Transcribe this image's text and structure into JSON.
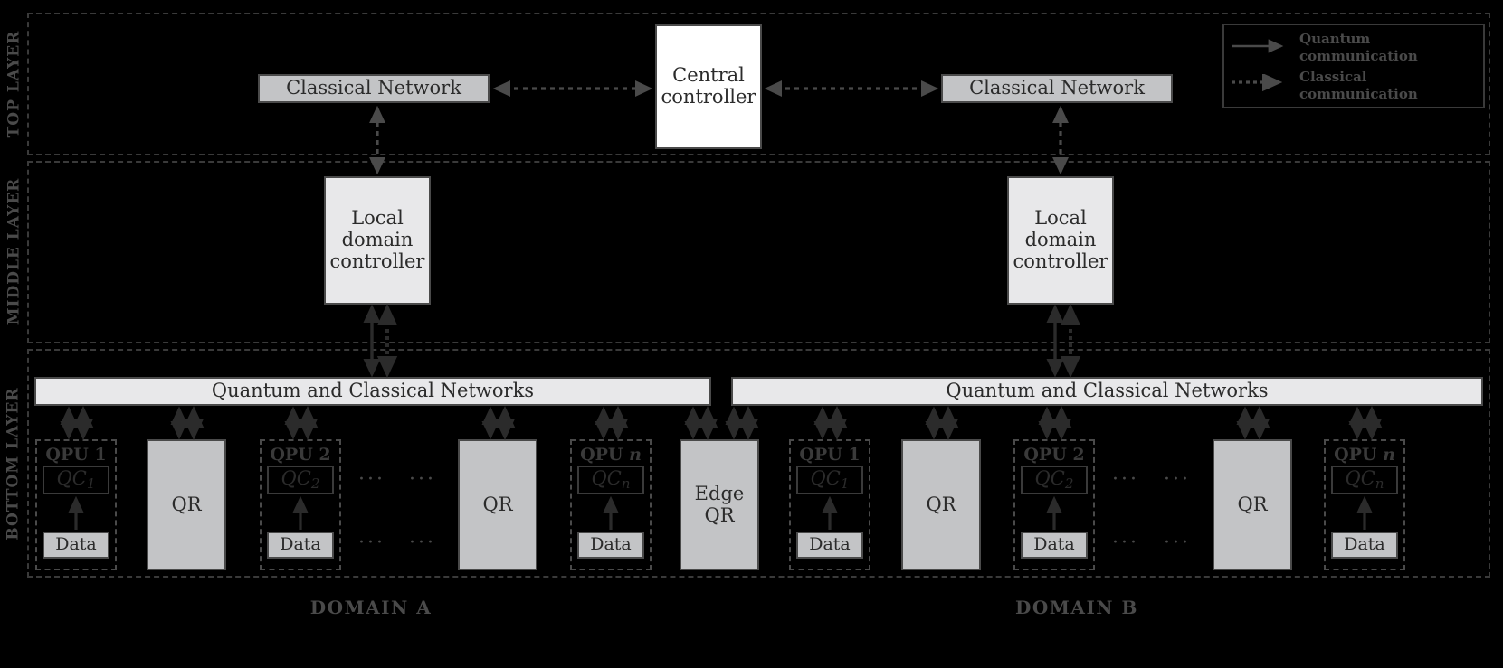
{
  "figure": {
    "title": "Three-layer quantum network architecture",
    "background_color": "#000000",
    "ink_color": "#2b2b2b",
    "box_gray": "#c3c4c6",
    "box_light": "#e8e8ea",
    "box_white": "#ffffff"
  },
  "layers": [
    {
      "id": "top",
      "label": "TOP LAYER"
    },
    {
      "id": "middle",
      "label": "MIDDLE LAYER"
    },
    {
      "id": "bottom",
      "label": "BOTTOM LAYER"
    }
  ],
  "top_layer": {
    "central_controller": "Central\ncontroller",
    "central_controller_line1": "Central",
    "central_controller_line2": "controller",
    "classical_network_left": "Classical Network",
    "classical_network_right": "Classical Network"
  },
  "middle_layer": {
    "local_controller_left_line1": "Local",
    "local_controller_left_line2": "domain",
    "local_controller_left_line3": "controller",
    "local_controller_right_line1": "Local",
    "local_controller_right_line2": "domain",
    "local_controller_right_line3": "controller"
  },
  "bottom_layer": {
    "network_bar_left": "Quantum and Classical Networks",
    "network_bar_right": "Quantum and Classical Networks",
    "edge_qr_line1": "Edge",
    "edge_qr_line2": "QR",
    "ellipsis": "···",
    "domain_a": {
      "label": "DOMAIN A",
      "nodes": [
        {
          "kind": "qpu",
          "title_prefix": "QPU",
          "title_index": "1",
          "qc_label": "QC",
          "qc_sub": "1",
          "data_label": "Data"
        },
        {
          "kind": "qr",
          "label": "QR"
        },
        {
          "kind": "qpu",
          "title_prefix": "QPU",
          "title_index": "2",
          "qc_label": "QC",
          "qc_sub": "2",
          "data_label": "Data"
        },
        {
          "kind": "ellipsis"
        },
        {
          "kind": "qr",
          "label": "QR"
        },
        {
          "kind": "qpu",
          "title_prefix": "QPU",
          "title_index": "n",
          "qc_label": "QC",
          "qc_sub": "n",
          "data_label": "Data"
        }
      ]
    },
    "domain_b": {
      "label": "DOMAIN B",
      "nodes": [
        {
          "kind": "qpu",
          "title_prefix": "QPU",
          "title_index": "1",
          "qc_label": "QC",
          "qc_sub": "1",
          "data_label": "Data"
        },
        {
          "kind": "qr",
          "label": "QR"
        },
        {
          "kind": "qpu",
          "title_prefix": "QPU",
          "title_index": "2",
          "qc_label": "QC",
          "qc_sub": "2",
          "data_label": "Data"
        },
        {
          "kind": "ellipsis"
        },
        {
          "kind": "qr",
          "label": "QR"
        },
        {
          "kind": "qpu",
          "title_prefix": "QPU",
          "title_index": "n",
          "qc_label": "QC",
          "qc_sub": "n",
          "data_label": "Data"
        }
      ]
    }
  },
  "legend": {
    "quantum_line1": "Quantum",
    "quantum_line2": "communication",
    "classical_line1": "Classical",
    "classical_line2": "communication"
  }
}
